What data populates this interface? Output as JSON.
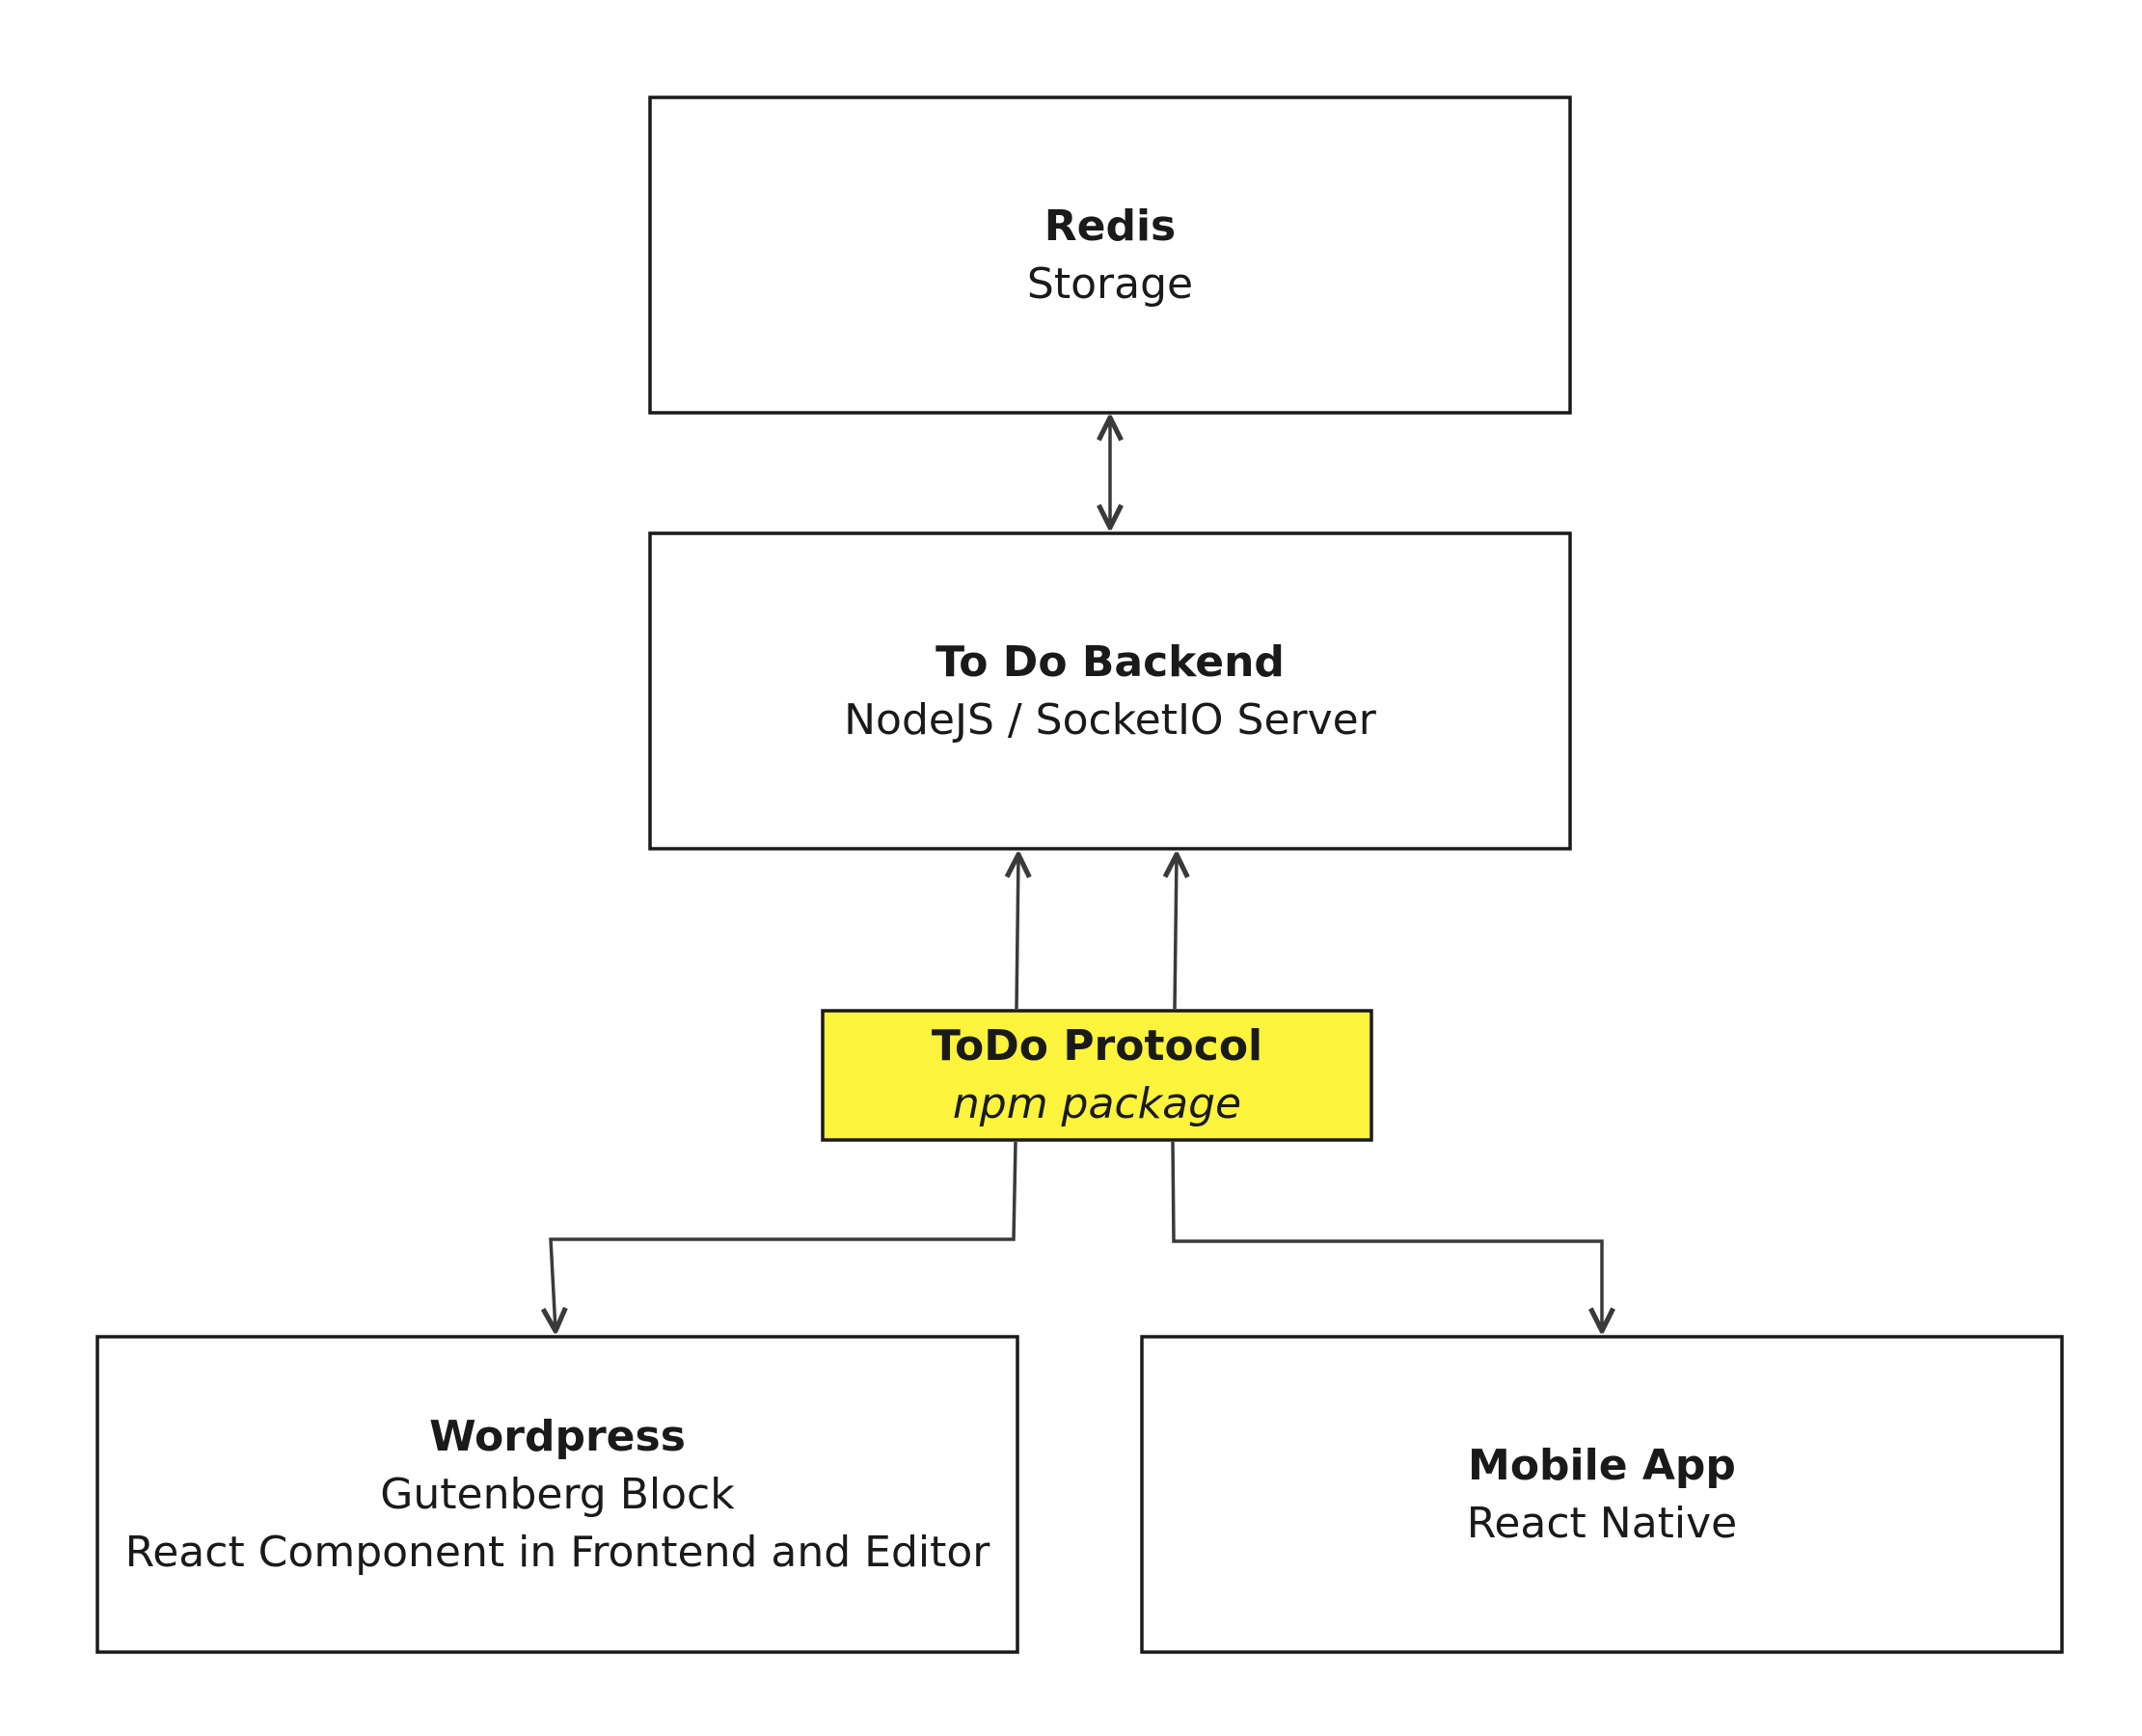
{
  "nodes": {
    "redis": {
      "title": "Redis",
      "lines": [
        "Storage"
      ]
    },
    "backend": {
      "title": "To Do Backend",
      "lines": [
        "NodeJS / SocketIO Server"
      ]
    },
    "protocol": {
      "title": "ToDo Protocol",
      "lines": [
        "npm package"
      ],
      "fill": "#fbf33c"
    },
    "wordpress": {
      "title": "Wordpress",
      "lines": [
        "Gutenberg Block",
        "React Component in Frontend and Editor"
      ]
    },
    "mobile": {
      "title": "Mobile App",
      "lines": [
        "React Native"
      ]
    }
  },
  "edges": [
    {
      "from": "redis",
      "to": "backend",
      "direction": "both"
    },
    {
      "from": "protocol",
      "to": "backend",
      "direction": "forward"
    },
    {
      "from": "protocol",
      "to": "backend",
      "direction": "forward"
    },
    {
      "from": "protocol",
      "to": "wordpress",
      "direction": "forward"
    },
    {
      "from": "protocol",
      "to": "mobile",
      "direction": "forward"
    }
  ],
  "colors": {
    "stroke": "#1a1a1a",
    "arrow": "#3a3a3a",
    "highlight": "#fbf33c"
  }
}
